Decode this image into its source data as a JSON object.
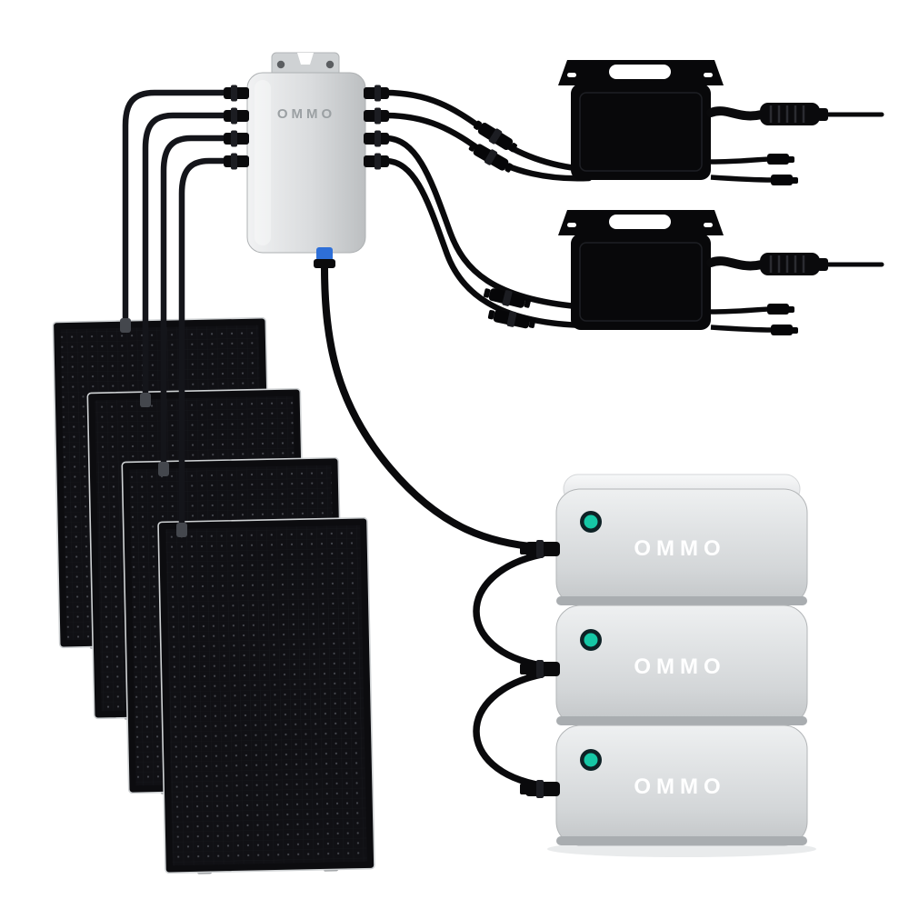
{
  "scene": {
    "brand": "OMMO",
    "hub": {
      "label": "OMMO",
      "input_connectors": 4,
      "output_connectors": 4
    },
    "solar_panels": {
      "count": 4
    },
    "microinverters": {
      "count": 2
    },
    "batteries": {
      "count": 3,
      "units": [
        {
          "label": "OMMO"
        },
        {
          "label": "OMMO"
        },
        {
          "label": "OMMO"
        }
      ]
    },
    "colors": {
      "background": "#ffffff",
      "panel_black": "#0c0c0f",
      "cable_black": "#101116",
      "device_gray": "#d6d9db",
      "power_button_teal": "#16c8a6",
      "hub_connector_blue": "#2e6fd8",
      "hub_label_gray": "#9ba0a3",
      "battery_label_white": "#ffffff"
    }
  }
}
